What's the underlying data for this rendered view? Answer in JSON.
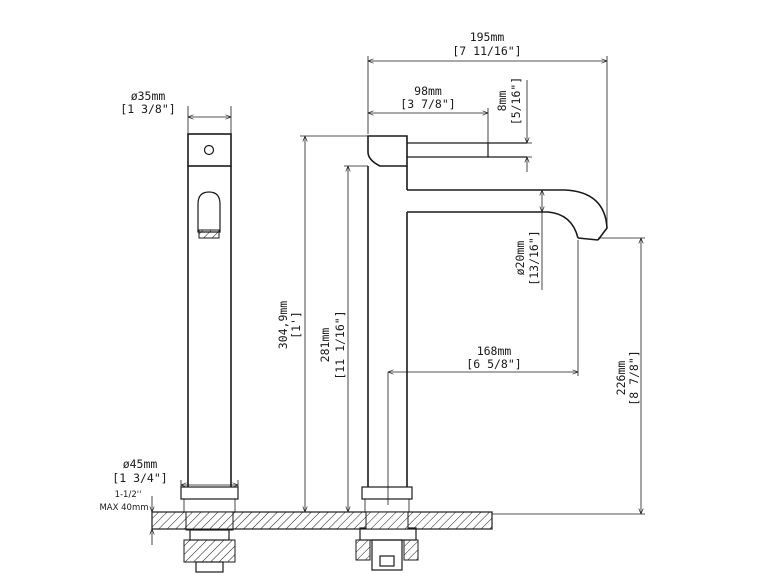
{
  "dimensions": {
    "width_195": {
      "mm": "195mm",
      "inch": "[7 11/16\"]"
    },
    "width_98": {
      "mm": "98mm",
      "inch": "[3 7/8\"]"
    },
    "handle_8": {
      "mm": "8mm",
      "inch": "[5/16\"]"
    },
    "spout_20": {
      "mm": "ø20mm",
      "inch": "[13/16\"]"
    },
    "reach_168": {
      "mm": "168mm",
      "inch": "[6 5/8\"]"
    },
    "height_226": {
      "mm": "226mm",
      "inch": "[8 7/8\"]"
    },
    "height_281": {
      "mm": "281mm",
      "inch": "[11 1/16\"]"
    },
    "height_3049": {
      "mm": "304,9mm",
      "inch": "[1']"
    },
    "top_35": {
      "mm": "ø35mm",
      "inch": "[1 3/8\"]"
    },
    "base_45": {
      "mm": "ø45mm",
      "inch": "[1 3/4\"]"
    },
    "deck_max": {
      "line1": "1-1/2''",
      "line2": "MAX 40mm"
    }
  },
  "colors": {
    "line": "#1a1a1a",
    "hatch": "#1a1a1a",
    "background": "#ffffff"
  }
}
